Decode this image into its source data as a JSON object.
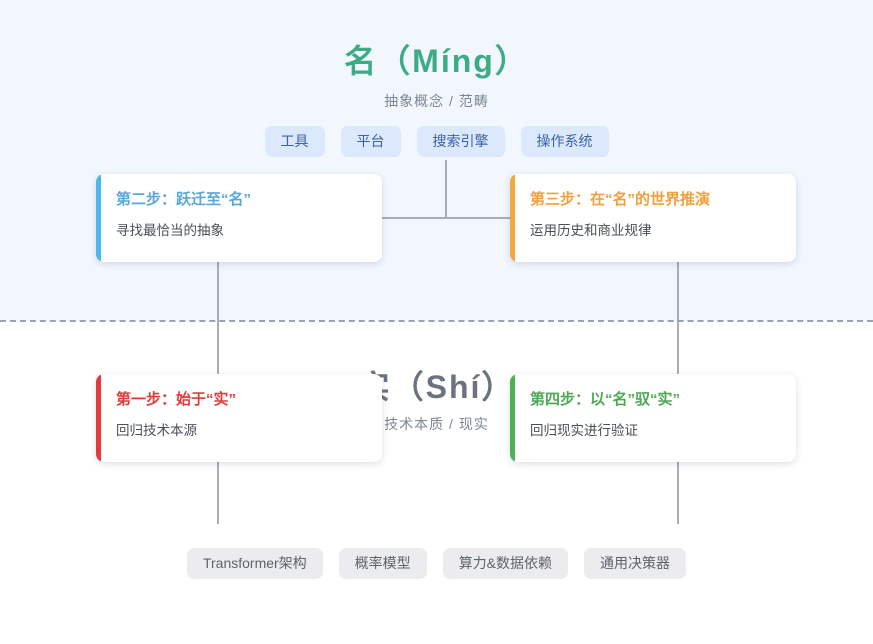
{
  "zones": {
    "ming": {
      "title": "名（Míng）",
      "subtitle": "抽象概念 / 范畴",
      "accent": "#3dab84",
      "background": "#f1f7fd",
      "tags": [
        "工具",
        "平台",
        "搜索引擎",
        "操作系统"
      ]
    },
    "shi": {
      "title": "实（Shí）",
      "subtitle": "技术本质 / 现实",
      "accent": "#6b7280",
      "background": "#ffffff",
      "tags": [
        "Transformer架构",
        "概率模型",
        "算力&数据依赖",
        "通用决策器"
      ]
    }
  },
  "divider": {
    "style": "dashed",
    "color": "#9aa3ae"
  },
  "cards": [
    {
      "id": "step1",
      "title": "第一步：始于“实”",
      "desc": "回归技术本源",
      "accent": "#e03c3c",
      "title_color": "#e03c3c",
      "zone": "shi"
    },
    {
      "id": "step2",
      "title": "第二步：跃迁至“名”",
      "desc": "寻找最恰当的抽象",
      "accent": "#4db8e8",
      "title_color": "#5aa8d8",
      "zone": "ming"
    },
    {
      "id": "step3",
      "title": "第三步：在“名”的世界推演",
      "desc": "运用历史和商业规律",
      "accent": "#f0a93c",
      "title_color": "#f0a03c",
      "zone": "ming"
    },
    {
      "id": "step4",
      "title": "第四步：以“名”驭“实”",
      "desc": "回归现实进行验证",
      "accent": "#4fb155",
      "title_color": "#4fa855",
      "zone": "shi"
    }
  ]
}
